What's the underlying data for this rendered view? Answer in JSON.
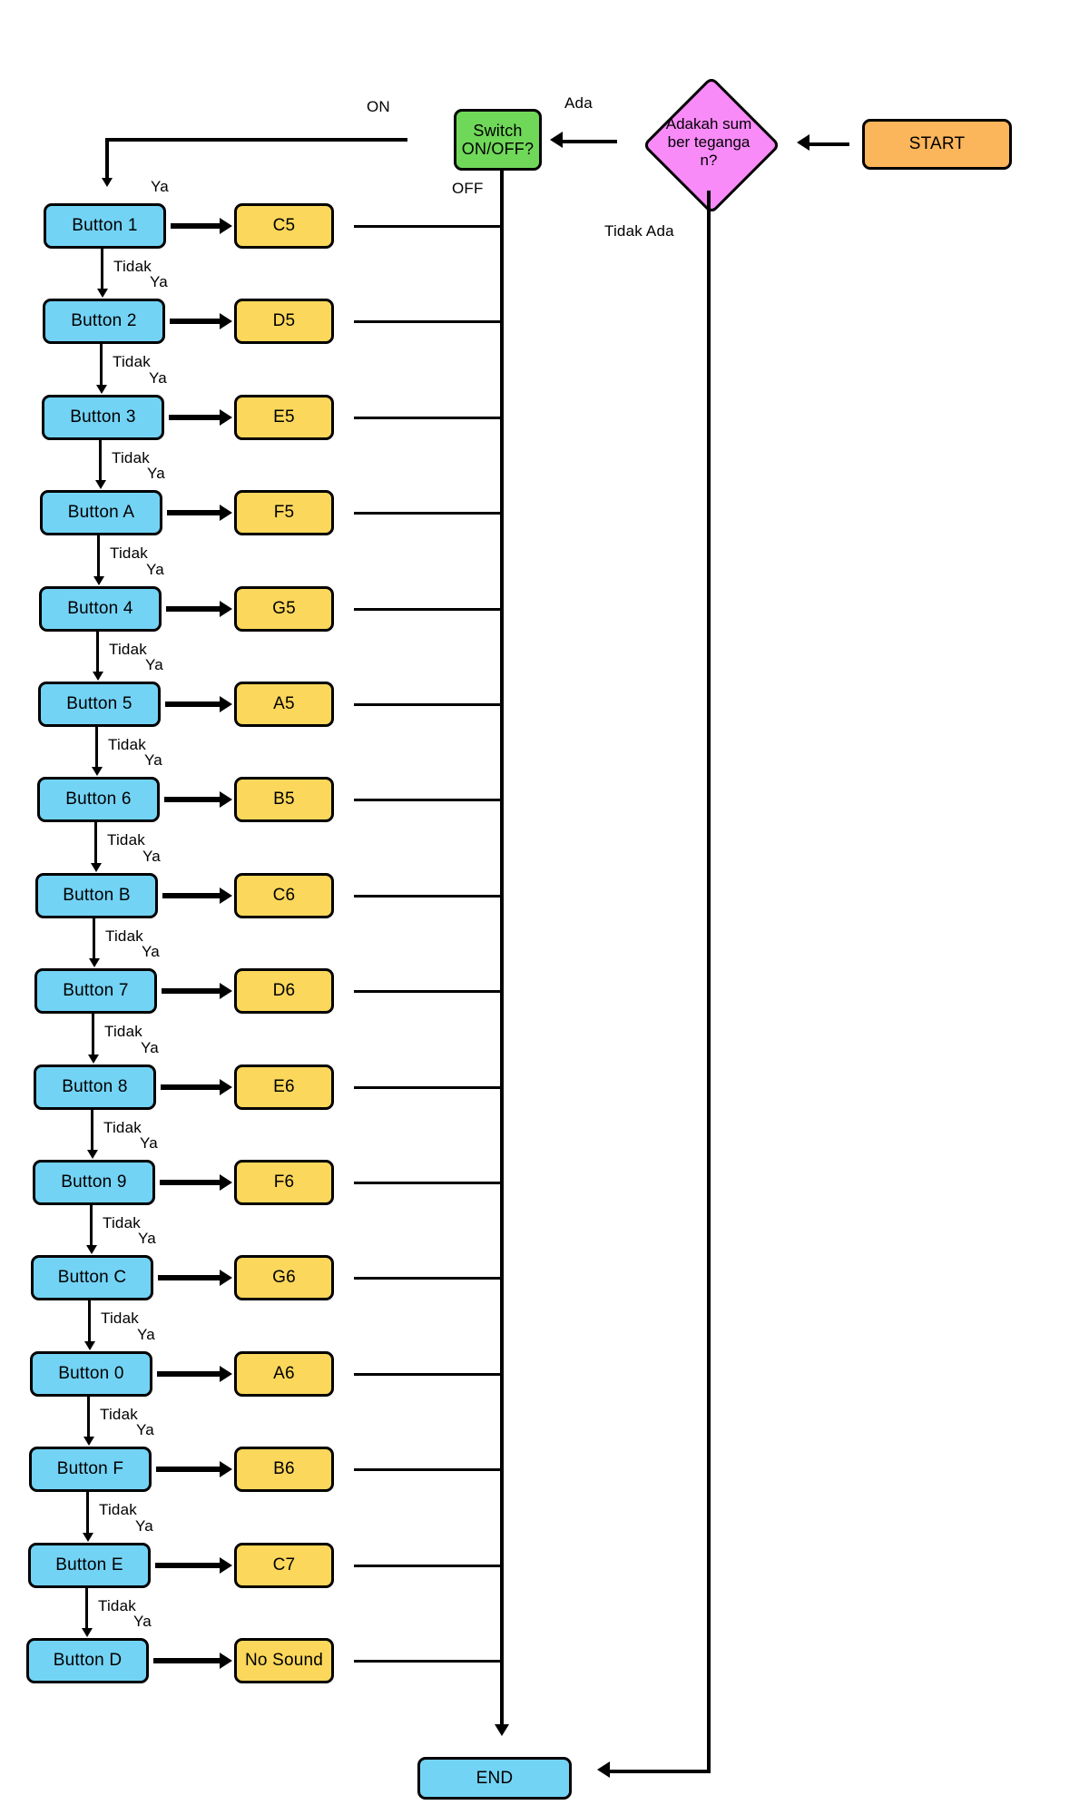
{
  "diagram": {
    "title": "Flowchart Keypad Buzzer Note Selector",
    "colors": {
      "button_fill": "#73d3f5",
      "note_fill": "#fbd75b",
      "start_fill": "#fbb55a",
      "switch_fill": "#70d859",
      "decision_fill": "#f98bf9",
      "end_fill": "#73d3f5",
      "stroke": "#000000",
      "background": "#ffffff"
    },
    "nodes": {
      "start": "START",
      "decision": "Adakah sumber tegangan?",
      "switch": "Switch ON/OFF?",
      "end": "END"
    },
    "edge_labels": {
      "ada": "Ada",
      "tidak_ada": "Tidak Ada",
      "on": "ON",
      "off": "OFF",
      "ya": "Ya",
      "tidak": "Tidak"
    },
    "rows": [
      {
        "button": "Button 1",
        "note": "C5"
      },
      {
        "button": "Button 2",
        "note": "D5"
      },
      {
        "button": "Button 3",
        "note": "E5"
      },
      {
        "button": "Button A",
        "note": "F5"
      },
      {
        "button": "Button 4",
        "note": "G5"
      },
      {
        "button": "Button 5",
        "note": "A5"
      },
      {
        "button": "Button 6",
        "note": "B5"
      },
      {
        "button": "Button B",
        "note": "C6"
      },
      {
        "button": "Button 7",
        "note": "D6"
      },
      {
        "button": "Button 8",
        "note": "E6"
      },
      {
        "button": "Button 9",
        "note": "F6"
      },
      {
        "button": "Button C",
        "note": "G6"
      },
      {
        "button": "Button 0",
        "note": "A6"
      },
      {
        "button": "Button F",
        "note": "B6"
      },
      {
        "button": "Button E",
        "note": "C7"
      },
      {
        "button": "Button D",
        "note": "No Sound"
      }
    ]
  }
}
